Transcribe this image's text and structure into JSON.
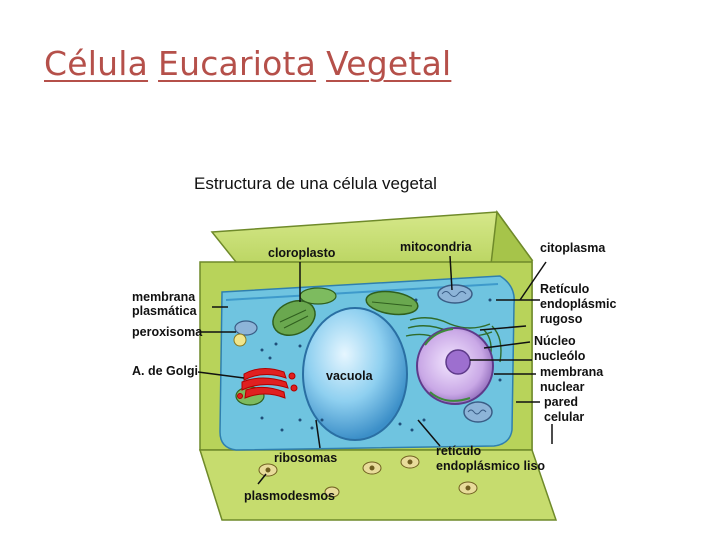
{
  "slide": {
    "title_words": [
      "Célula",
      "Eucariota",
      "Vegetal"
    ]
  },
  "diagram": {
    "heading": "Estructura de una célula vegetal",
    "labels": {
      "cloroplasto": "cloroplasto",
      "mitocondria": "mitocondria",
      "citoplasma": "citoplasma",
      "membrana": "membrana",
      "plasmatica": "plasmática",
      "reticulo": "Retículo",
      "endoplasmic": "endoplásmic",
      "rugoso": "rugoso",
      "peroxisoma": "peroxisoma",
      "nucleo": "Núcleo",
      "nucleolo": "nucleólo",
      "agolgi": "A. de Golgi",
      "vacuola": "vacuola",
      "membrana2": "membrana",
      "nuclear": "nuclear",
      "pared": "pared",
      "celular": "celular",
      "ribosomas": "ribosomas",
      "reticulo2": "retículo",
      "endoliso": "endoplásmico liso",
      "plasmodesmos": "plasmodesmos"
    },
    "colors": {
      "title": "#b5504a",
      "cell_wall": "#b8d35a",
      "cytoplasm": "#6fc4e0",
      "vacuole": "#8fd0f0",
      "nucleus": "#c9a8e6",
      "golgi": "#e02020",
      "chloroplast": "#6aa84f"
    }
  }
}
